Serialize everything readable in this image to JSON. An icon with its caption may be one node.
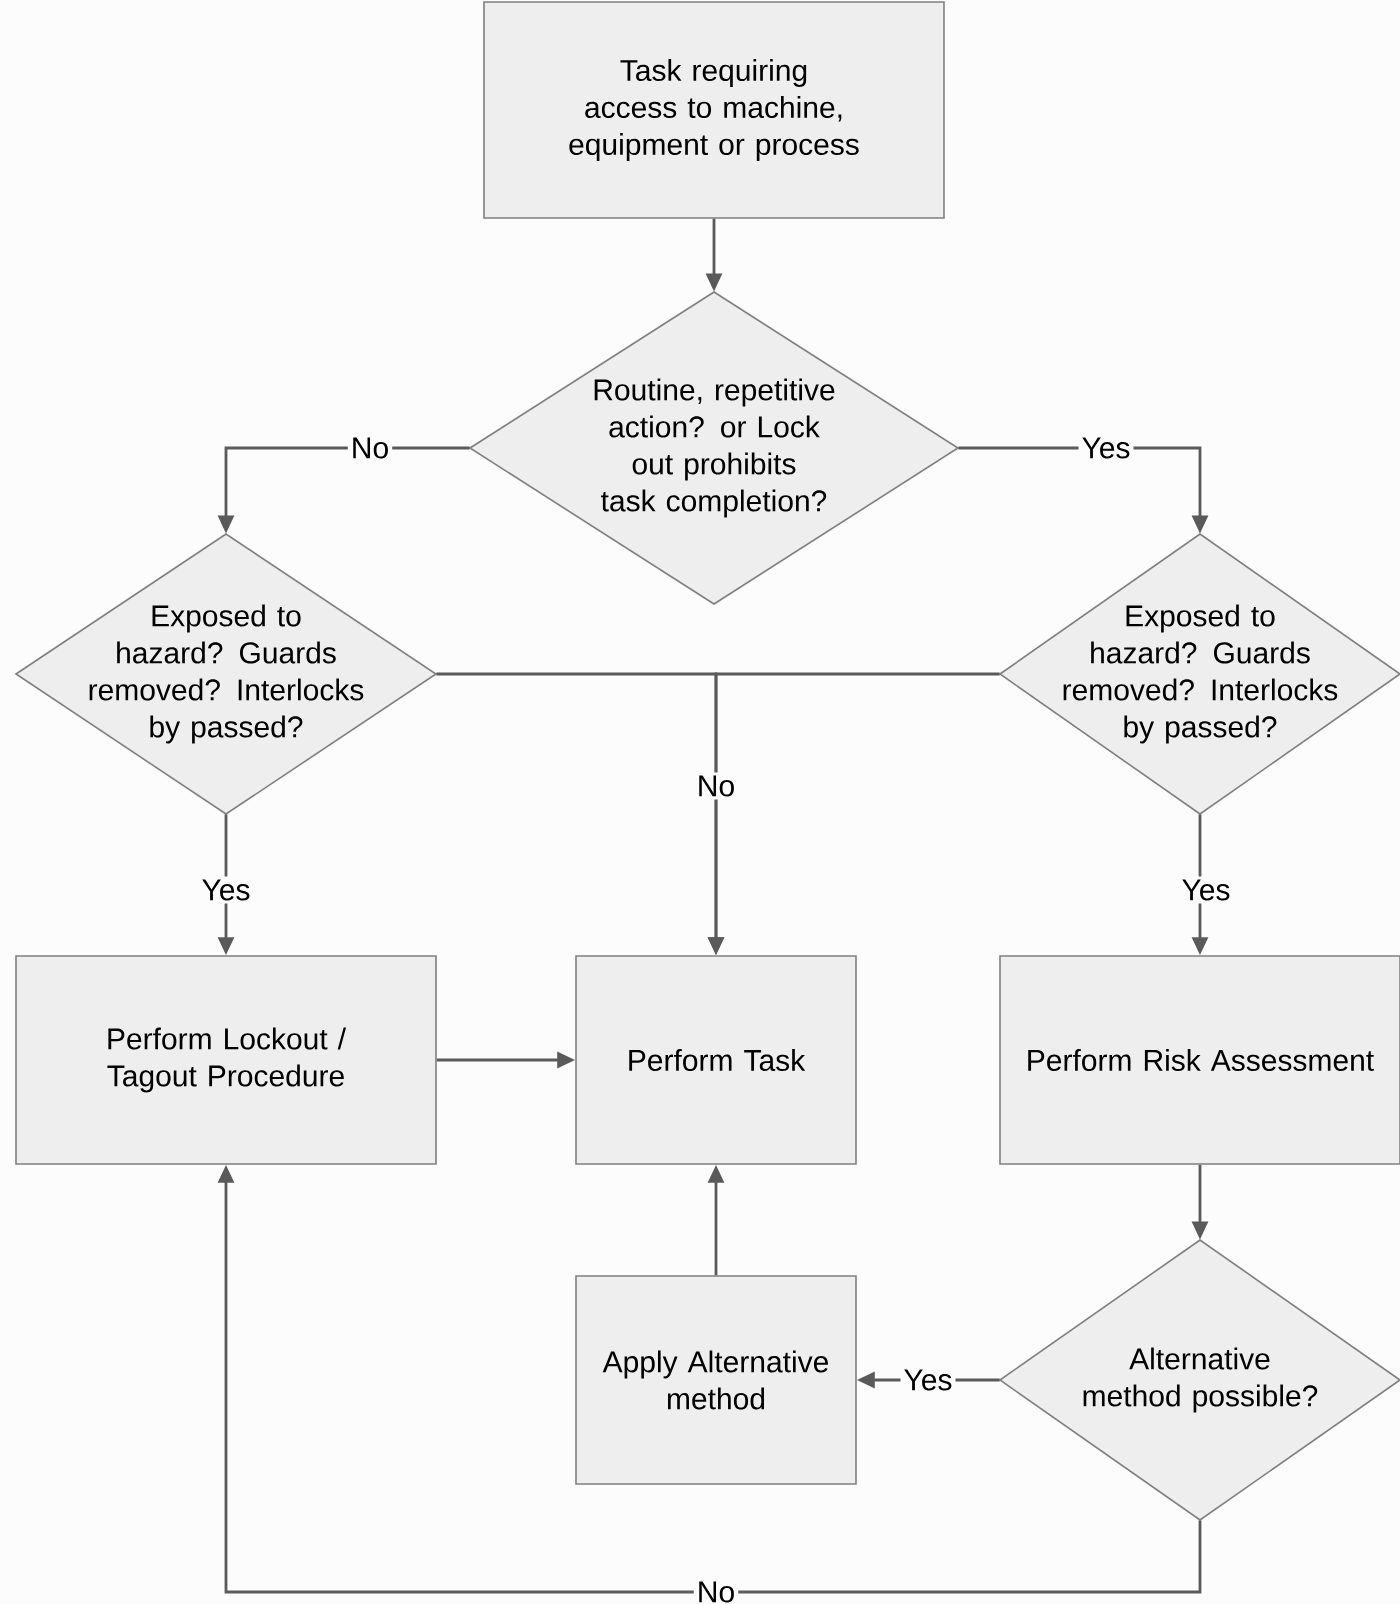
{
  "diagram": {
    "nodes": [
      {
        "text": [
          "Task requiring access to machine, equipment or process"
        ]
      },
      {
        "text": [
          "Routine, repetitive action? or Lock out prohibits task completion?"
        ]
      },
      {
        "text": [
          "Exposed to hazard? Guards removed? Interlocks by passed?"
        ]
      },
      {
        "text": [
          "Exposed to hazard? Guards removed? Interlocks by passed?"
        ]
      },
      {
        "text": [
          "Perform Lockout / Tagout Procedure"
        ]
      },
      {
        "text": [
          "Perform Task"
        ]
      },
      {
        "text": [
          "Perform Risk Assessment"
        ]
      },
      {
        "text": [
          "Apply Alternative method"
        ]
      },
      {
        "text": [
          "Alternative method possible?"
        ]
      }
    ],
    "edges": [
      {
        "from": 0,
        "to": 1,
        "arrow": "to"
      },
      {
        "from": 1,
        "to": 2,
        "arrow": "to",
        "label": "No"
      },
      {
        "from": 1,
        "to": 3,
        "arrow": "to",
        "label": "Yes"
      },
      {
        "from": 2,
        "to": 4,
        "arrow": "to",
        "label": "Yes"
      },
      {
        "from": 3,
        "to": 6,
        "arrow": "to",
        "label": "Yes"
      },
      {
        "from": 2,
        "to": 5,
        "arrow": "to",
        "label": "No"
      },
      {
        "from": 3,
        "to": 5,
        "arrow": "to"
      },
      {
        "from": 4,
        "to": 5,
        "arrow": "to"
      },
      {
        "from": 6,
        "to": 8,
        "arrow": "to"
      },
      {
        "from": 8,
        "to": 7,
        "arrow": "to",
        "label": "Yes"
      },
      {
        "from": 7,
        "to": 5,
        "arrow": "to"
      },
      {
        "from": 8,
        "to": 4,
        "arrow": "to",
        "label": "No"
      }
    ]
  }
}
